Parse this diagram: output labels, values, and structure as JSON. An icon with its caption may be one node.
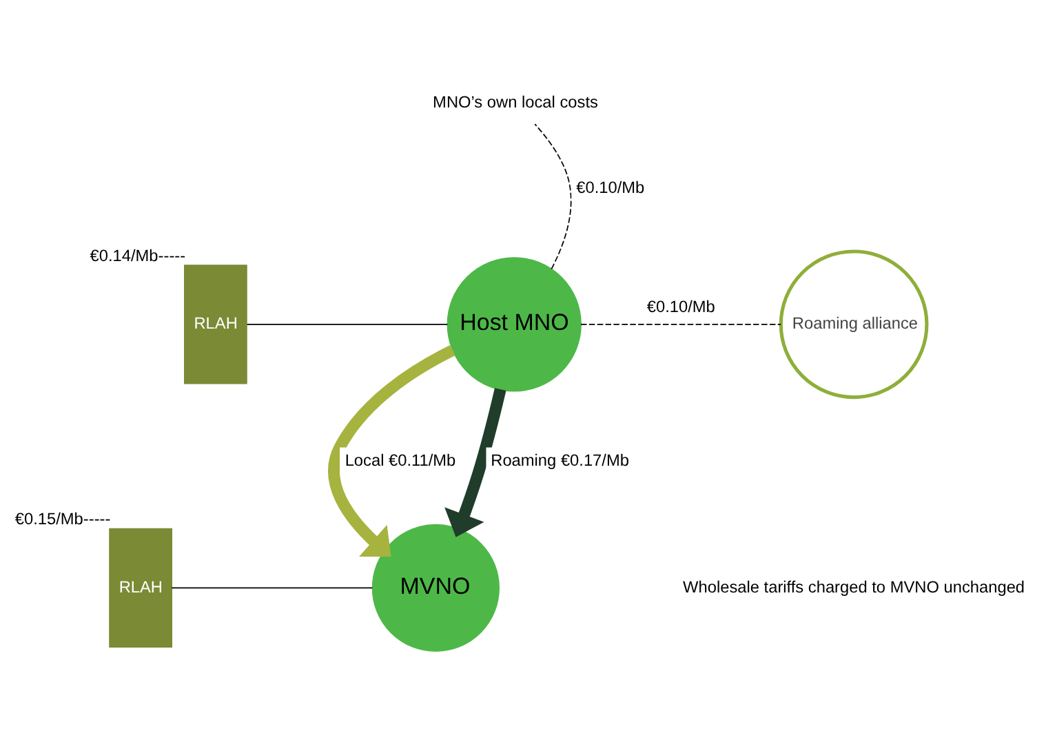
{
  "diagram": {
    "nodes": [
      {
        "text": [
          "RLAH"
        ],
        "beside": [
          "€0.14/Mb-----"
        ]
      },
      {
        "text": [
          "Host MNO"
        ]
      },
      {
        "text": [
          "Roaming alliance"
        ]
      },
      {
        "text": [
          "MNO’s own local costs"
        ]
      },
      {
        "text": [
          "RLAH"
        ],
        "beside": [
          "€0.15/Mb-----"
        ]
      },
      {
        "text": [
          "MVNO"
        ]
      }
    ],
    "edges": [
      {
        "from": 0,
        "to": 1,
        "arrow": "none"
      },
      {
        "from": 1,
        "to": 2,
        "arrow": "none",
        "style": "dashed",
        "label": "€0.10/Mb"
      },
      {
        "from": 1,
        "to": 3,
        "arrow": "none",
        "style": "dashed",
        "label": "€0.10/Mb"
      },
      {
        "from": 1,
        "to": 5,
        "arrow": "to",
        "style": "thick",
        "color": "#a6b33f",
        "label": "Local €0.11/Mb"
      },
      {
        "from": 1,
        "to": 5,
        "arrow": "to",
        "style": "thick",
        "color": "#1f3d2a",
        "label": "Roaming €0.17/Mb"
      },
      {
        "from": 4,
        "to": 5,
        "arrow": "none"
      }
    ],
    "labels": [
      "Wholesale tariffs charged to MVNO unchanged"
    ]
  }
}
